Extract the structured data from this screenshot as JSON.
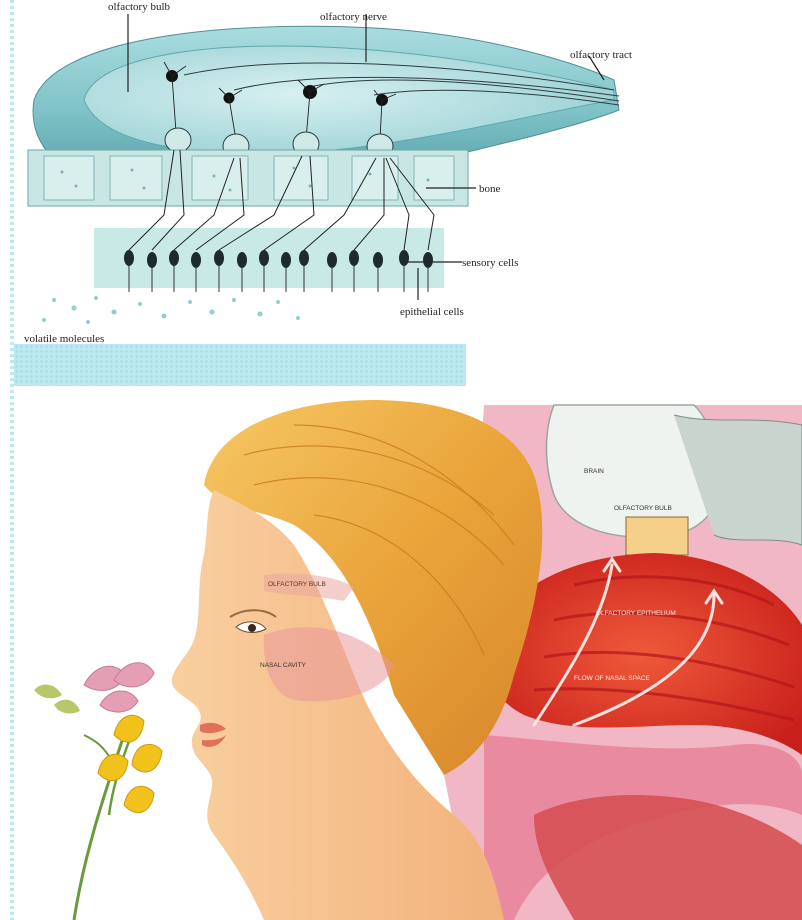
{
  "top_diagram": {
    "labels": {
      "olfactory_bulb": "olfactory bulb",
      "olfactory_nerve": "olfactory nerve",
      "olfactory_tract": "olfactory tract",
      "bone": "bone",
      "sensory_cells": "sensory cells",
      "epithelial_cells": "epithelial cells",
      "volatile_molecules": "volatile molecules"
    }
  },
  "bottom_diagram": {
    "labels": {
      "face_olfactory_bulb": "OLFACTORY BULB",
      "nasal_cavity": "NASAL CAVITY",
      "brain": "BRAIN",
      "section_olfactory_bulb": "OLFACTORY BULB",
      "olfactory_epithelium": "OLFACTORY EPITHELIUM",
      "nasopharynx": "FLOW OF NASAL SPACE"
    }
  },
  "colors": {
    "band": "#bde9f0",
    "bulb": "#8fcfd2",
    "hair": "#f0b84a",
    "skin": "#f7c79a",
    "cavity": "#e8362a",
    "flower_pink": "#e59fb5",
    "flower_yellow": "#f2c21c"
  }
}
